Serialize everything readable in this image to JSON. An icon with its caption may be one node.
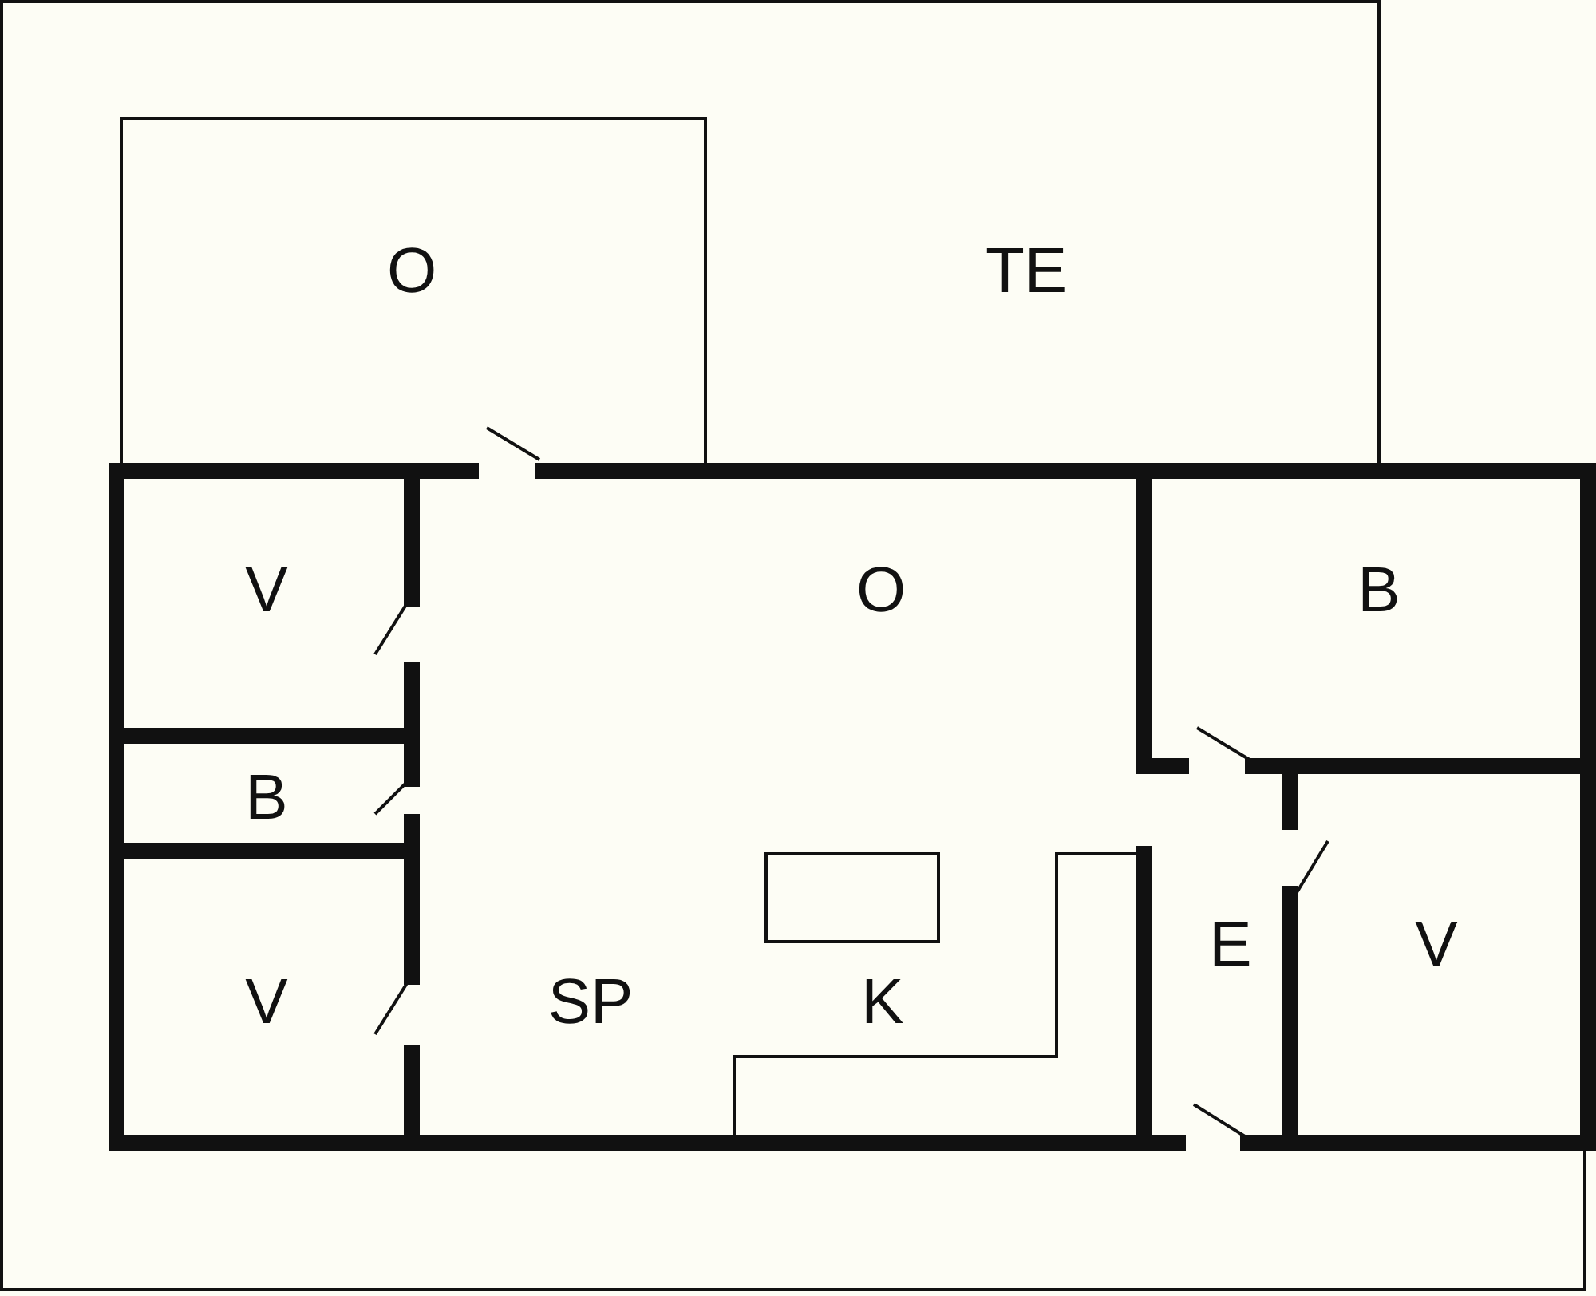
{
  "diagram": {
    "labels": [
      "O",
      "TE",
      "V",
      "O",
      "B",
      "B",
      "V",
      "SP",
      "K",
      "E",
      "V"
    ]
  }
}
